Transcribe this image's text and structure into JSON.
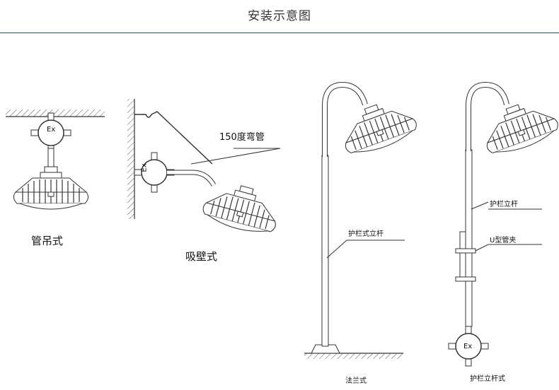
{
  "header": {
    "title": "安装示意图"
  },
  "labels": {
    "pendant": "管吊式",
    "wall_mount": "吸壁式",
    "bend_150": "150度弯管",
    "guardrail_pole_1": "护栏式立杆",
    "flange": "法兰式",
    "guardrail_pole_2": "护栏立杆",
    "u_clamp": "U型管夹",
    "guardrail_pole_type": "护栏立杆式"
  },
  "marks": {
    "ex_1": "Ex",
    "ex_2": "Ex",
    "ex_3": "Ex"
  },
  "colors": {
    "rule": "#1f4e79",
    "line": "#333333"
  }
}
